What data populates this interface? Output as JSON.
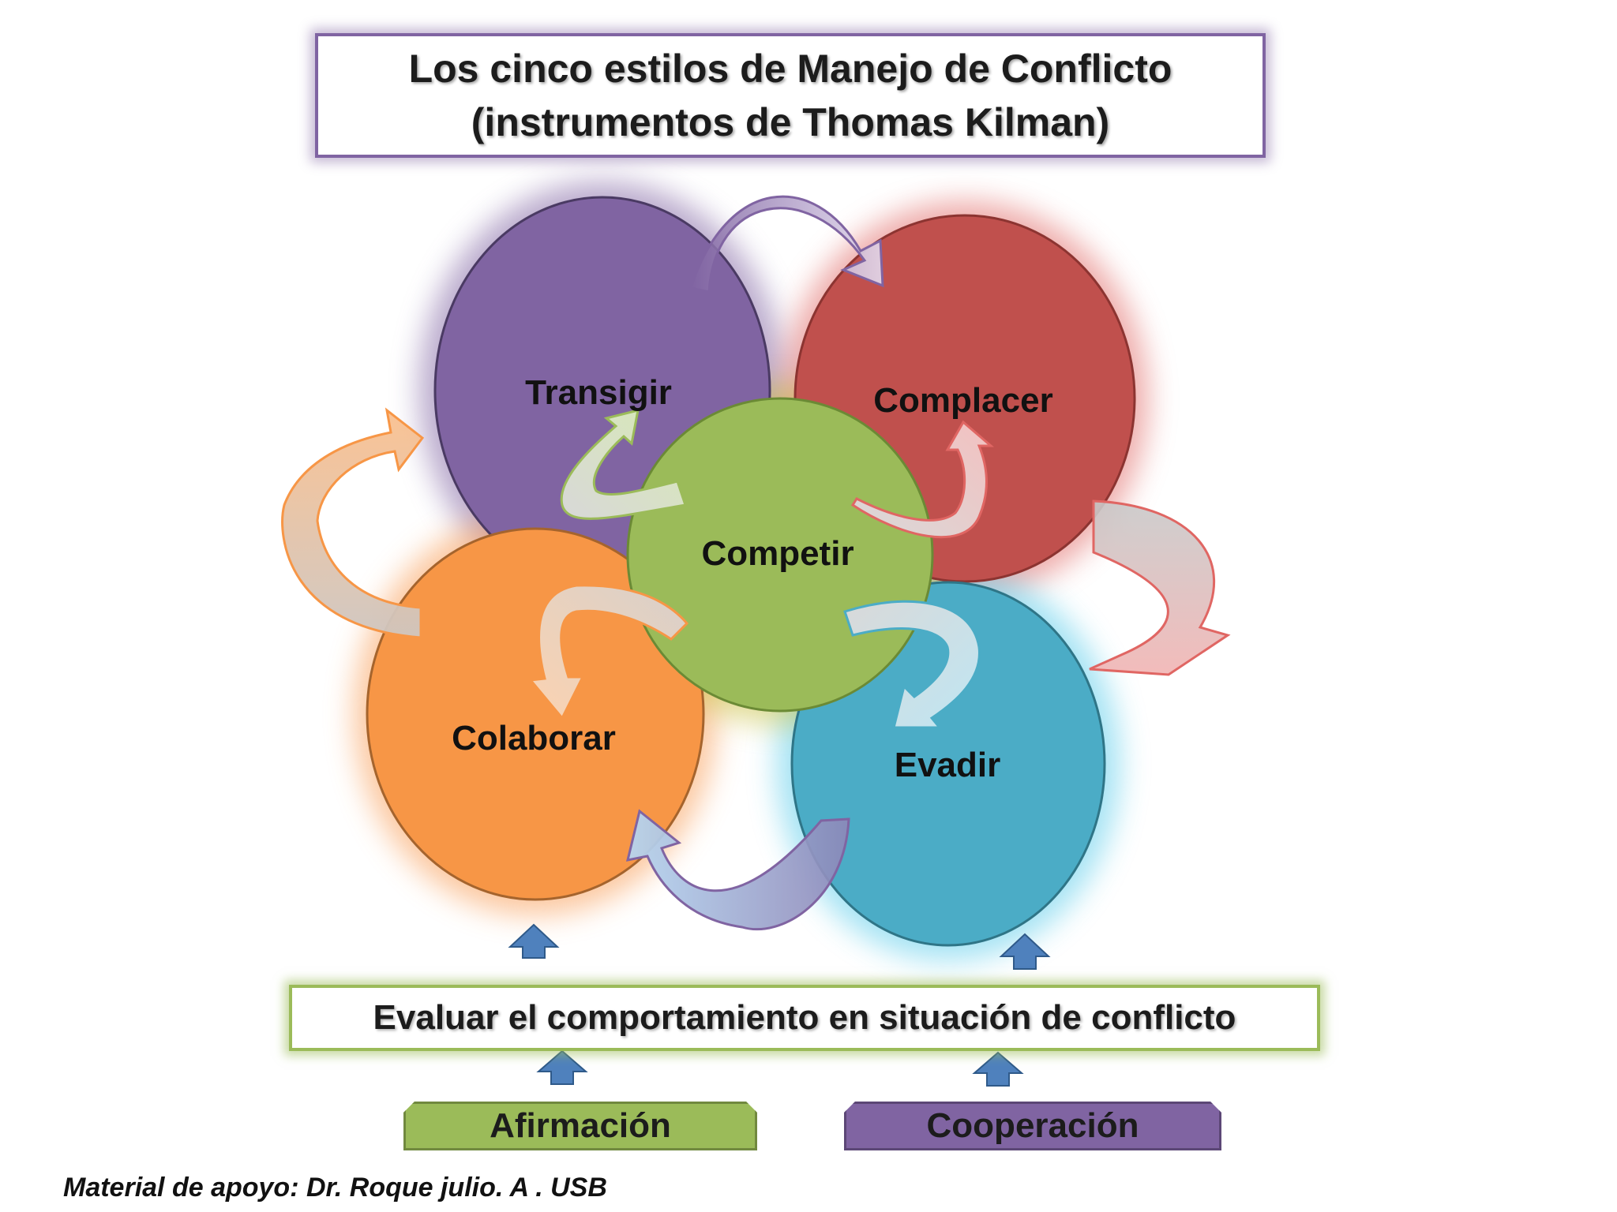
{
  "title": {
    "line1": "Los cinco estilos de Manejo de Conflicto",
    "line2": "(instrumentos de Thomas Kilman)"
  },
  "styles": {
    "transigir": {
      "label": "Transigir",
      "color": "#8064a2"
    },
    "complacer": {
      "label": "Complacer",
      "color": "#c0504d"
    },
    "competir": {
      "label": "Competir",
      "color": "#9bbb59"
    },
    "colaborar": {
      "label": "Colaborar",
      "color": "#f79646"
    },
    "evadir": {
      "label": "Evadir",
      "color": "#4bacc6"
    }
  },
  "evaluation": {
    "label": "Evaluar el comportamiento en situación de conflicto"
  },
  "dimensions": {
    "afirmacion": {
      "label": "Afirmación",
      "color": "#9bbb59"
    },
    "cooperacion": {
      "label": "Cooperación",
      "color": "#8064a2"
    }
  },
  "footer": {
    "credit": "Material de apoyo: Dr. Roque julio. A . USB"
  },
  "colors": {
    "up_arrow": "#4f81bd"
  }
}
